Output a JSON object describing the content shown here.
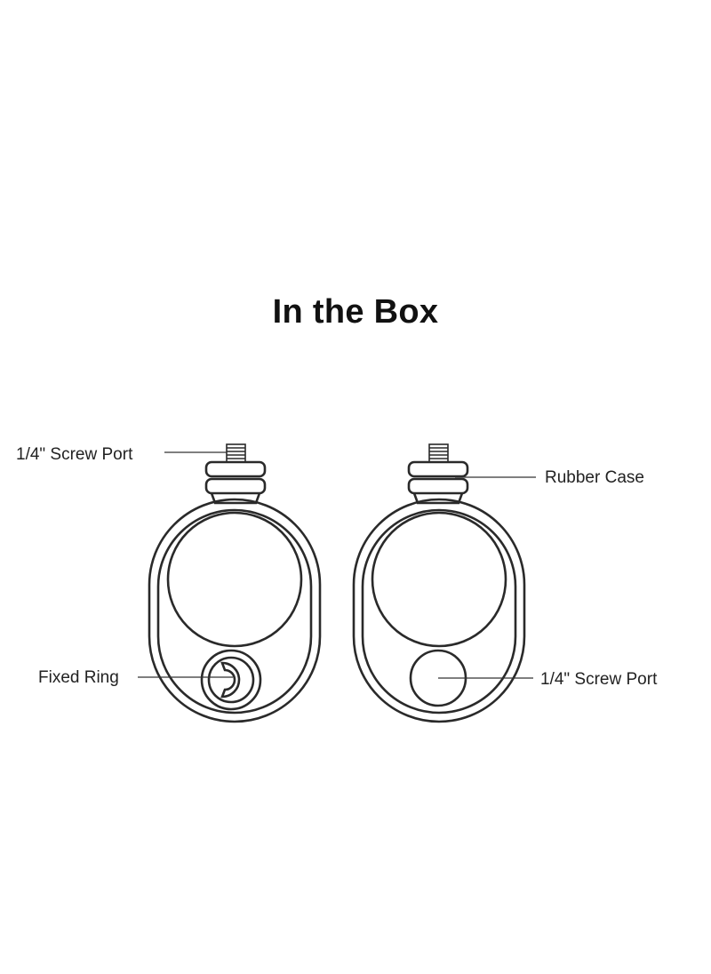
{
  "title": "In the Box",
  "labels": {
    "left_top": "1/4\" Screw Port",
    "left_bottom": "Fixed Ring",
    "right_top": "Rubber Case",
    "right_bottom": "1/4\" Screw Port"
  },
  "colors": {
    "line": "#2a2a2a",
    "background": "#ffffff"
  }
}
